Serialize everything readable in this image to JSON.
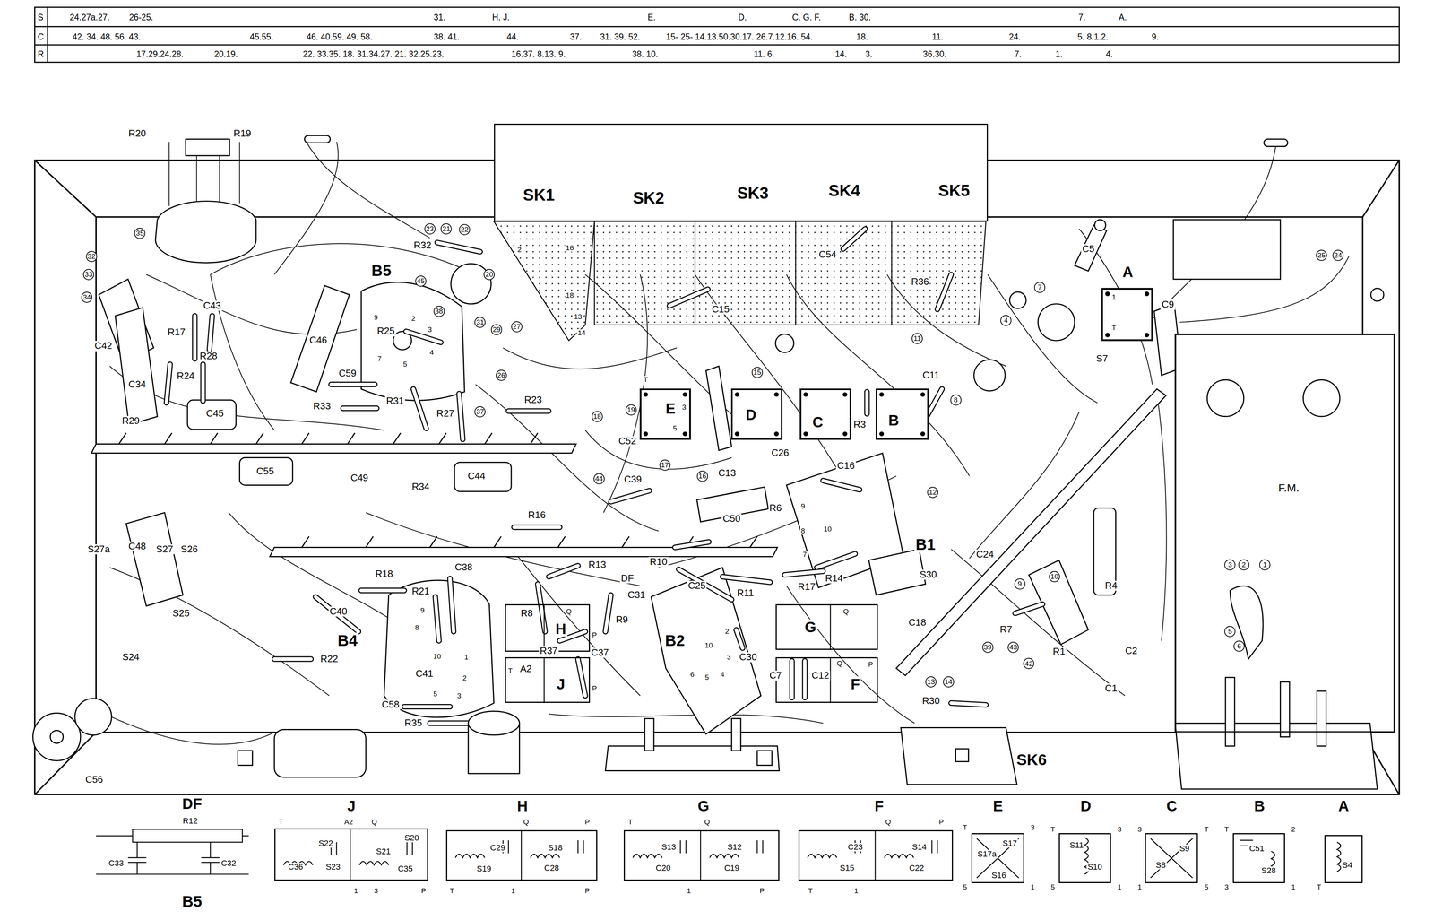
{
  "diagram": {
    "nodes": [
      {
        "text": [
          "SK1",
          "SK2",
          "SK3",
          "SK4",
          "SK5"
        ]
      },
      {
        "text": [
          "E"
        ]
      },
      {
        "text": [
          "D"
        ]
      },
      {
        "text": [
          "C"
        ]
      },
      {
        "text": [
          "B"
        ]
      },
      {
        "text": [
          "A"
        ]
      },
      {
        "text": [
          "H"
        ]
      },
      {
        "text": [
          "J"
        ]
      },
      {
        "text": [
          "G"
        ]
      },
      {
        "text": [
          "F"
        ]
      },
      {
        "text": [
          "F.M."
        ]
      },
      {
        "text": [
          "DF",
          "R12",
          "C33",
          "C32"
        ]
      },
      {
        "text": [
          "J",
          "T",
          "A2",
          "Q",
          "S22",
          "S21",
          "S20",
          "C36",
          "S23",
          "C35",
          "1",
          "3",
          "P"
        ]
      },
      {
        "text": [
          "H",
          "Q",
          "P",
          "C29",
          "S18",
          "S19",
          "C28",
          "T",
          "1",
          "P"
        ]
      },
      {
        "text": [
          "G",
          "T",
          "Q",
          "S13",
          "S12",
          "C20",
          "C19",
          "1",
          "P"
        ]
      },
      {
        "text": [
          "F",
          "Q",
          "P",
          "C23",
          "S14",
          "S15",
          "C22",
          "T",
          "1"
        ]
      },
      {
        "text": [
          "E",
          "T",
          "3",
          "S17a",
          "S17",
          "S16",
          "5",
          "1"
        ]
      },
      {
        "text": [
          "D",
          "T",
          "3",
          "S11",
          "S10",
          "5",
          "1"
        ]
      },
      {
        "text": [
          "C",
          "3",
          "T",
          "S8",
          "S9",
          "1",
          "5"
        ]
      },
      {
        "text": [
          "B",
          "T",
          "2",
          "C51",
          "S28",
          "3",
          "1"
        ]
      },
      {
        "text": [
          "A",
          "S4",
          "T"
        ]
      }
    ],
    "labels": [
      "S",
      "C",
      "R",
      "24.27a.27.",
      "26-25.",
      "31.",
      "H. J.",
      "E.",
      "D.",
      "C. G. F.",
      "B. 30.",
      "7.",
      "A.",
      "42. 34. 48. 56. 43.",
      "45.55.",
      "46. 40.59. 49. 58.",
      "38. 41.",
      "44.",
      "37.",
      "31. 39. 52.",
      "15- 25- 14.13.50.30.17. 26.7.12.16. 54.",
      "18.",
      "11.",
      "24.",
      "5. 8.1.2.",
      "9.",
      "17.29.24.28.",
      "20.19.",
      "22. 33.35. 18. 31.34.27. 21. 32.25.23.",
      "16.37. 8.13. 9.",
      "38. 10.",
      "11. 6.",
      "14.",
      "3.",
      "36.30.",
      "7.",
      "1.",
      "4.",
      "R20",
      "R19",
      "B5",
      "C46",
      "C42",
      "C34",
      "R17",
      "C43",
      "R28",
      "R24",
      "R29",
      "C45",
      "C59",
      "R33",
      "R31",
      "R25",
      "R32",
      "C55",
      "C49",
      "R34",
      "C44",
      "R27",
      "R23",
      "C52",
      "C39",
      "R16",
      "C13",
      "C50",
      "C15",
      "C54",
      "R36",
      "R3",
      "C11",
      "C9",
      "C5",
      "S7",
      "C26",
      "C16",
      "R6",
      "R14",
      "B1",
      "C24",
      "S30",
      "C18",
      "R4",
      "R1",
      "R7",
      "C2",
      "C1",
      "R30",
      "SK6",
      "R13",
      "R10",
      "C25",
      "DF",
      "C31",
      "R9",
      "R8",
      "R37",
      "A2",
      "C37",
      "B2",
      "C38",
      "R18",
      "R21",
      "C40",
      "R22",
      "B4",
      "C41",
      "C58",
      "R35",
      "R11",
      "R17",
      "C30",
      "C7",
      "C12",
      "C48",
      "C56",
      "S27a",
      "S27",
      "S26",
      "S25",
      "S24",
      "35",
      "32",
      "33",
      "34",
      "23",
      "21",
      "22",
      "45",
      "20",
      "38",
      "31",
      "29",
      "27",
      "26",
      "37",
      "18",
      "19",
      "17",
      "16",
      "15",
      "44",
      "4",
      "7",
      "11",
      "8",
      "12",
      "13",
      "14",
      "10",
      "9",
      "39",
      "43",
      "42",
      "25",
      "24",
      "3",
      "2",
      "1",
      "5",
      "6",
      "B5",
      "2",
      "16",
      "18",
      "13",
      "14",
      "9",
      "2",
      "3",
      "4",
      "5",
      "7",
      "9",
      "8",
      "10",
      "1",
      "2",
      "3",
      "5",
      "10",
      "2",
      "3",
      "4",
      "5",
      "6",
      "9",
      "8",
      "10",
      "7",
      "T",
      "3",
      "5",
      "1",
      "T",
      "Q",
      "P",
      "T",
      "P",
      "Q",
      "Q",
      "P"
    ]
  }
}
